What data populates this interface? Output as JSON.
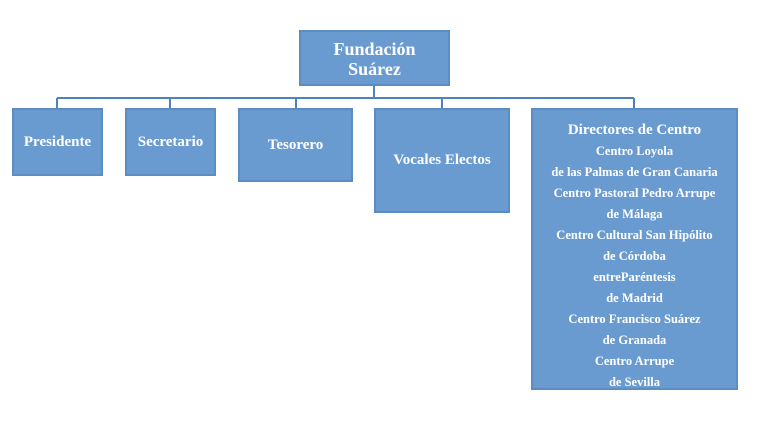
{
  "root": {
    "line1": "Fundación",
    "line2": "Suárez"
  },
  "members": {
    "presidente": "Presidente",
    "secretario": "Secretario",
    "tesorero": "Tesorero",
    "vocales": "Vocales Electos"
  },
  "directores": {
    "title": "Directores de Centro",
    "lines": [
      "Centro Loyola",
      "de las Palmas de Gran Canaria",
      "Centro Pastoral Pedro Arrupe",
      "de Málaga",
      "Centro Cultural San Hipólito",
      "de Córdoba",
      "entreParéntesis",
      "de Madrid",
      "Centro Francisco Suárez",
      "de Granada",
      "Centro Arrupe",
      "de Sevilla"
    ]
  },
  "colors": {
    "box_fill": "#6a9bd0",
    "box_border": "#5b8cc2",
    "connector": "#4f81bd"
  }
}
